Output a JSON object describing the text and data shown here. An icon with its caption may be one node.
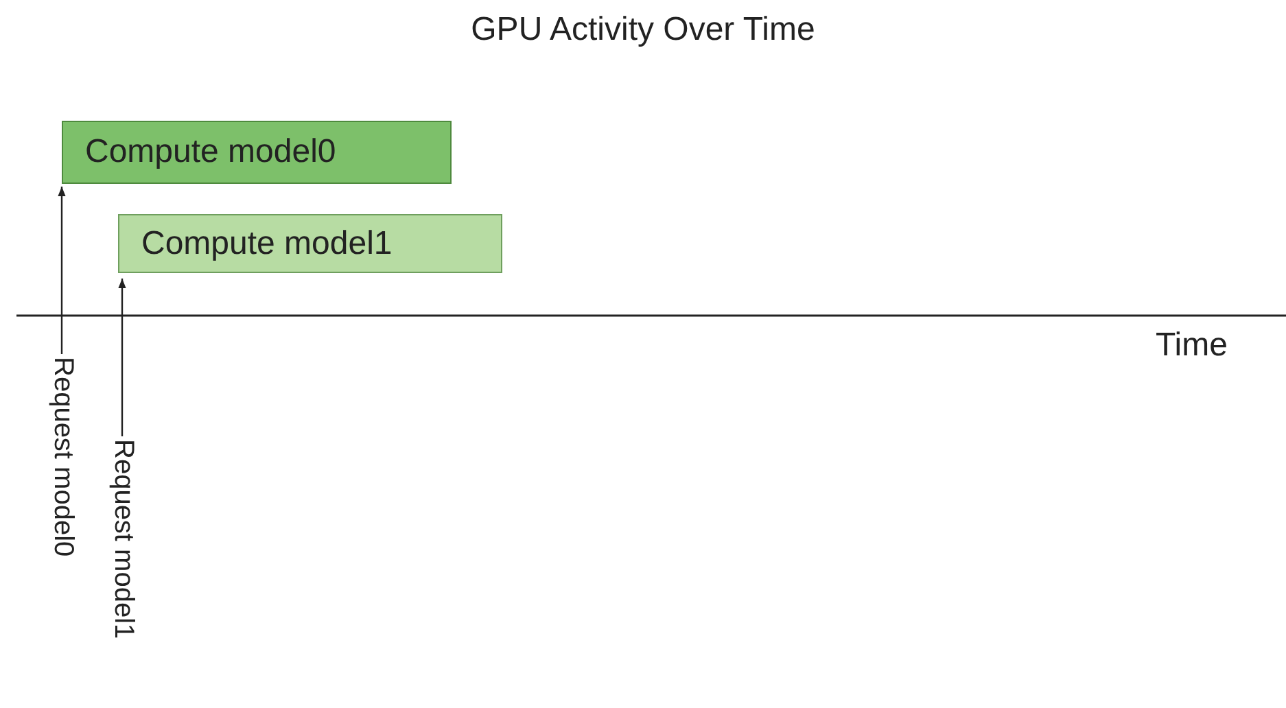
{
  "diagram": {
    "title": "GPU Activity Over Time",
    "nodes": [
      {
        "text": [
          "Compute model0"
        ]
      },
      {
        "text": [
          "Compute model1"
        ]
      },
      {
        "text": [
          "Request model0"
        ]
      },
      {
        "text": [
          "Request model1"
        ]
      }
    ],
    "edges": [
      {
        "from": 2,
        "to": 0,
        "arrow": "to"
      },
      {
        "from": 3,
        "to": 1,
        "arrow": "to"
      }
    ],
    "labels": [
      "Time"
    ]
  }
}
